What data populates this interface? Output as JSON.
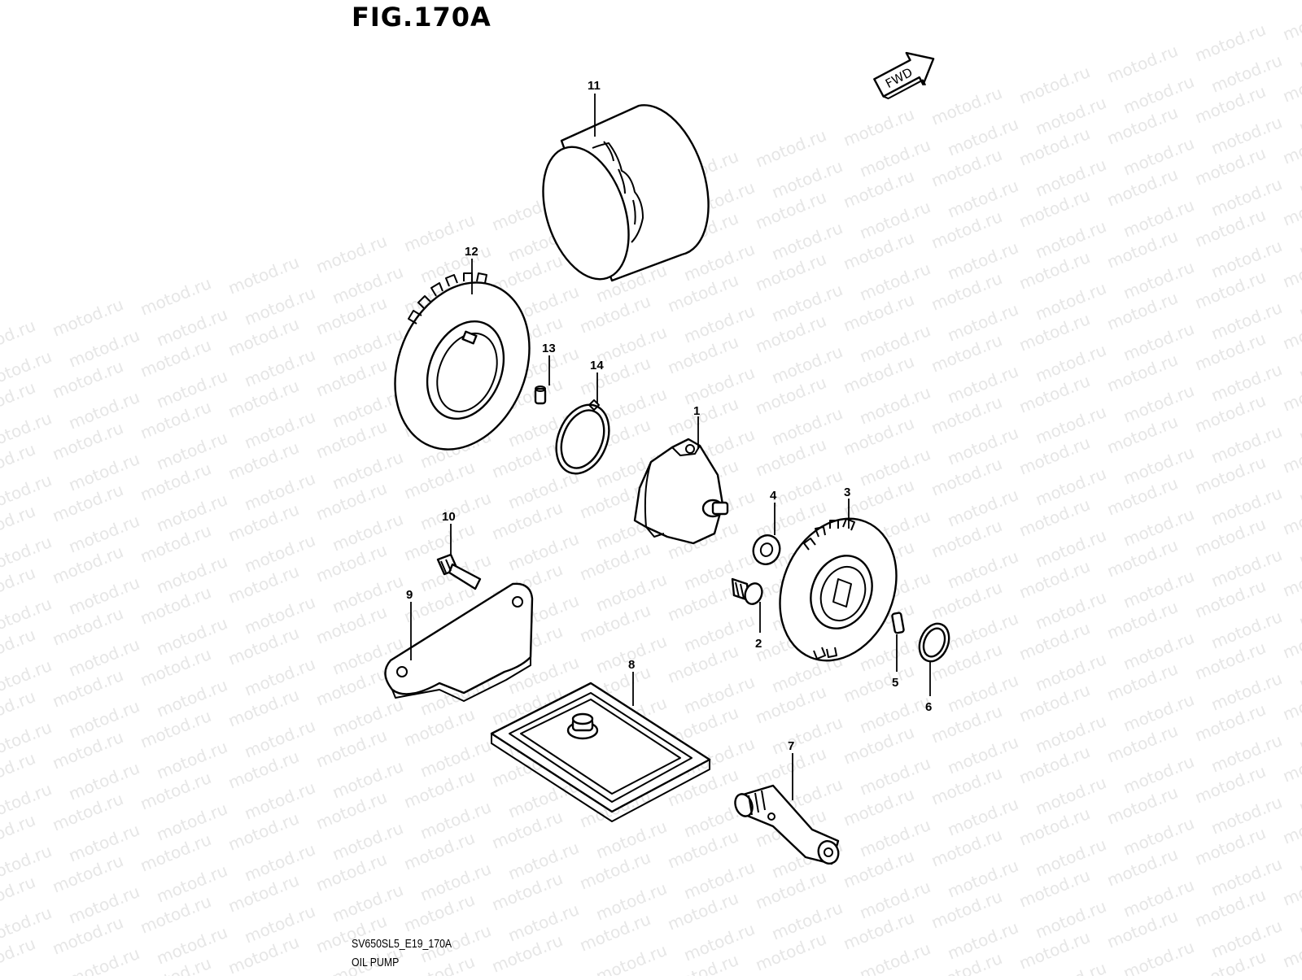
{
  "figure": {
    "title": "FIG.170A",
    "code": "SV650SL5_E19_170A",
    "name": "OIL PUMP",
    "watermark": "motod.ru",
    "direction_label": "FWD"
  },
  "callouts": [
    "1",
    "2",
    "3",
    "4",
    "5",
    "6",
    "7",
    "8",
    "9",
    "10",
    "11",
    "12",
    "13",
    "14"
  ],
  "colors": {
    "line": "#000000",
    "background": "#ffffff",
    "watermark": "#e6e6e6"
  }
}
